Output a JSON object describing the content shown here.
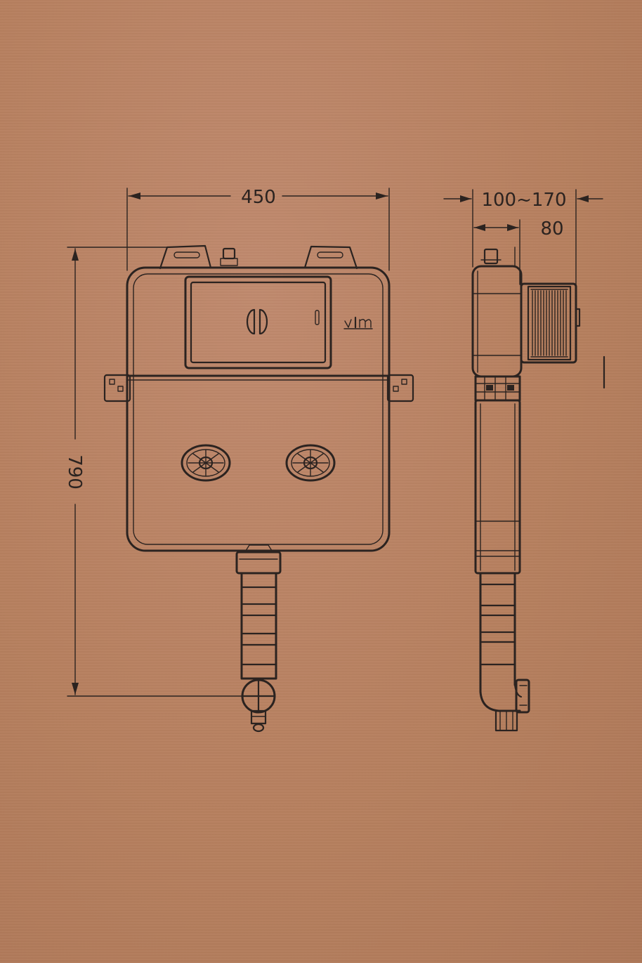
{
  "dimensions": {
    "width": "450",
    "height": "790",
    "depth_range": "100~170",
    "depth": "80"
  },
  "colors": {
    "paper": "#b98266",
    "ink": "#2b2320"
  },
  "icons": [
    "dual-flush-button-icon",
    "brand-logo-icon"
  ]
}
